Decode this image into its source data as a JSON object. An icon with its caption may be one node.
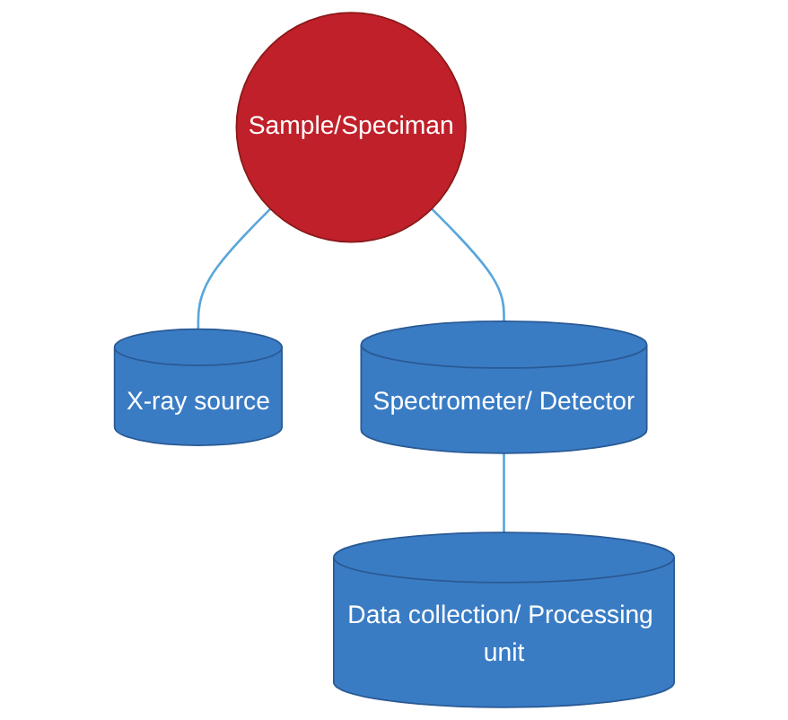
{
  "diagram": {
    "nodes": [
      {
        "text": [
          "Sample/Speciman"
        ]
      },
      {
        "text": [
          "X-ray source"
        ]
      },
      {
        "text": [
          "Spectrometer/ Detector"
        ]
      },
      {
        "text": [
          "Data collection/ Processing unit"
        ]
      }
    ],
    "edges": [
      {
        "from": 0,
        "to": 1,
        "arrow": "none"
      },
      {
        "from": 0,
        "to": 2,
        "arrow": "none"
      },
      {
        "from": 2,
        "to": 3,
        "arrow": "none"
      }
    ]
  }
}
